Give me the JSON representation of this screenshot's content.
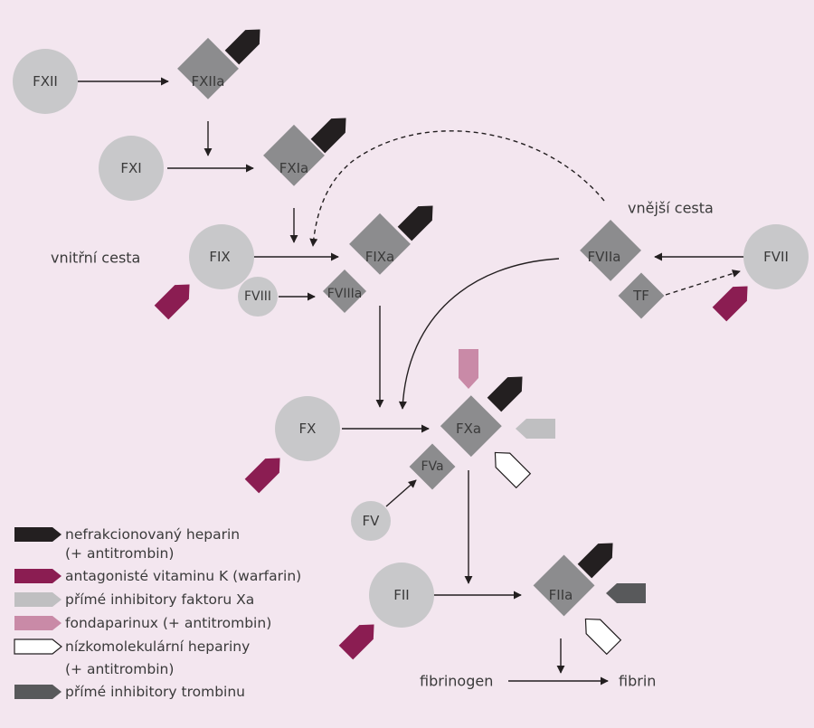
{
  "colors": {
    "background": "#f3e6ef",
    "circle": "#c8c8ca",
    "diamond": "#8c8c8e",
    "heparin": "#231f20",
    "warfarin": "#8b1d52",
    "xa_inhibitor": "#bfbfc1",
    "fondaparinux": "#c98aa7",
    "lmwh": "#ffffff",
    "thrombin_inhibitor": "#58595b",
    "arrow": "#231f20"
  },
  "factors": {
    "fxii": "FXII",
    "fxiia": "FXIIa",
    "fxi": "FXI",
    "fxia": "FXIa",
    "fix": "FIX",
    "fixa": "FIXa",
    "fviii": "FVIII",
    "fviiia": "FVIIIa",
    "fviia": "FVIIa",
    "tf": "TF",
    "fvii": "FVII",
    "fx": "FX",
    "fxa": "FXa",
    "fva": "FVa",
    "fv": "FV",
    "fii": "FII",
    "fiia": "FIIa"
  },
  "labels": {
    "intrinsic": "vnitřní cesta",
    "extrinsic": "vnější cesta",
    "fibrinogen": "fibrinogen",
    "fibrin": "fibrin"
  },
  "legend": {
    "heparin_line1": "nefrakcionovaný heparin",
    "heparin_line2": "(+ antitrombin)",
    "warfarin": "antagonisté vitaminu K (warfarin)",
    "xa_inhibitors": "přímé inhibitory faktoru Xa",
    "fondaparinux": "fondaparinux (+ antitrombin)",
    "lmwh_line1": "nízkomolekulární hepariny",
    "lmwh_line2": "(+ antitrombin)",
    "thrombin_inhibitors": "přímé inhibitory trombinu"
  }
}
